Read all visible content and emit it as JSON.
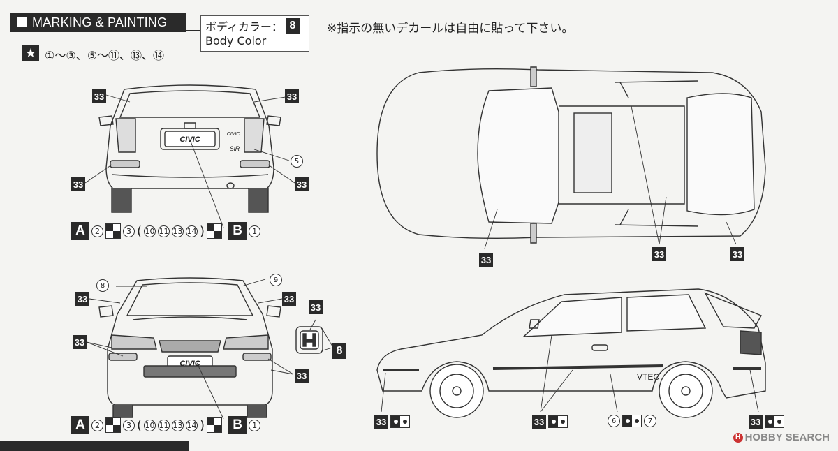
{
  "header": {
    "title": "MARKING & PAINTING"
  },
  "body_color": {
    "label_jp": "ボディカラー：",
    "code": "8",
    "label_en": "Body Color"
  },
  "note": "※指示の無いデカールは自由に貼って下さい。",
  "star_parts": {
    "items": "①～③、⑤～⑪、⑬、⑭"
  },
  "callout": {
    "n33": "33",
    "n8": "8",
    "n5": "5",
    "n6": "6",
    "n7": "7",
    "n8c": "8",
    "n9": "9"
  },
  "rear_view": {
    "plate_text": "CIVIC",
    "badge_civic": "CIVIC",
    "badge_sir": "SiR",
    "decal_row": {
      "a": "A",
      "b": "B",
      "d2": "2",
      "d3": "3",
      "d10": "10",
      "d11": "11",
      "d13": "13",
      "d14": "14",
      "d1": "1"
    }
  },
  "front_view": {
    "plate_text": "CIVIC",
    "decal_row": {
      "a": "A",
      "b": "B",
      "d2": "2",
      "d3": "3",
      "d10": "10",
      "d11": "11",
      "d13": "13",
      "d14": "14",
      "d1": "1"
    }
  },
  "side_view": {
    "vtec_text": "VTEC"
  },
  "watermark": {
    "logo": "H",
    "text": "HOBBY SEARCH"
  }
}
